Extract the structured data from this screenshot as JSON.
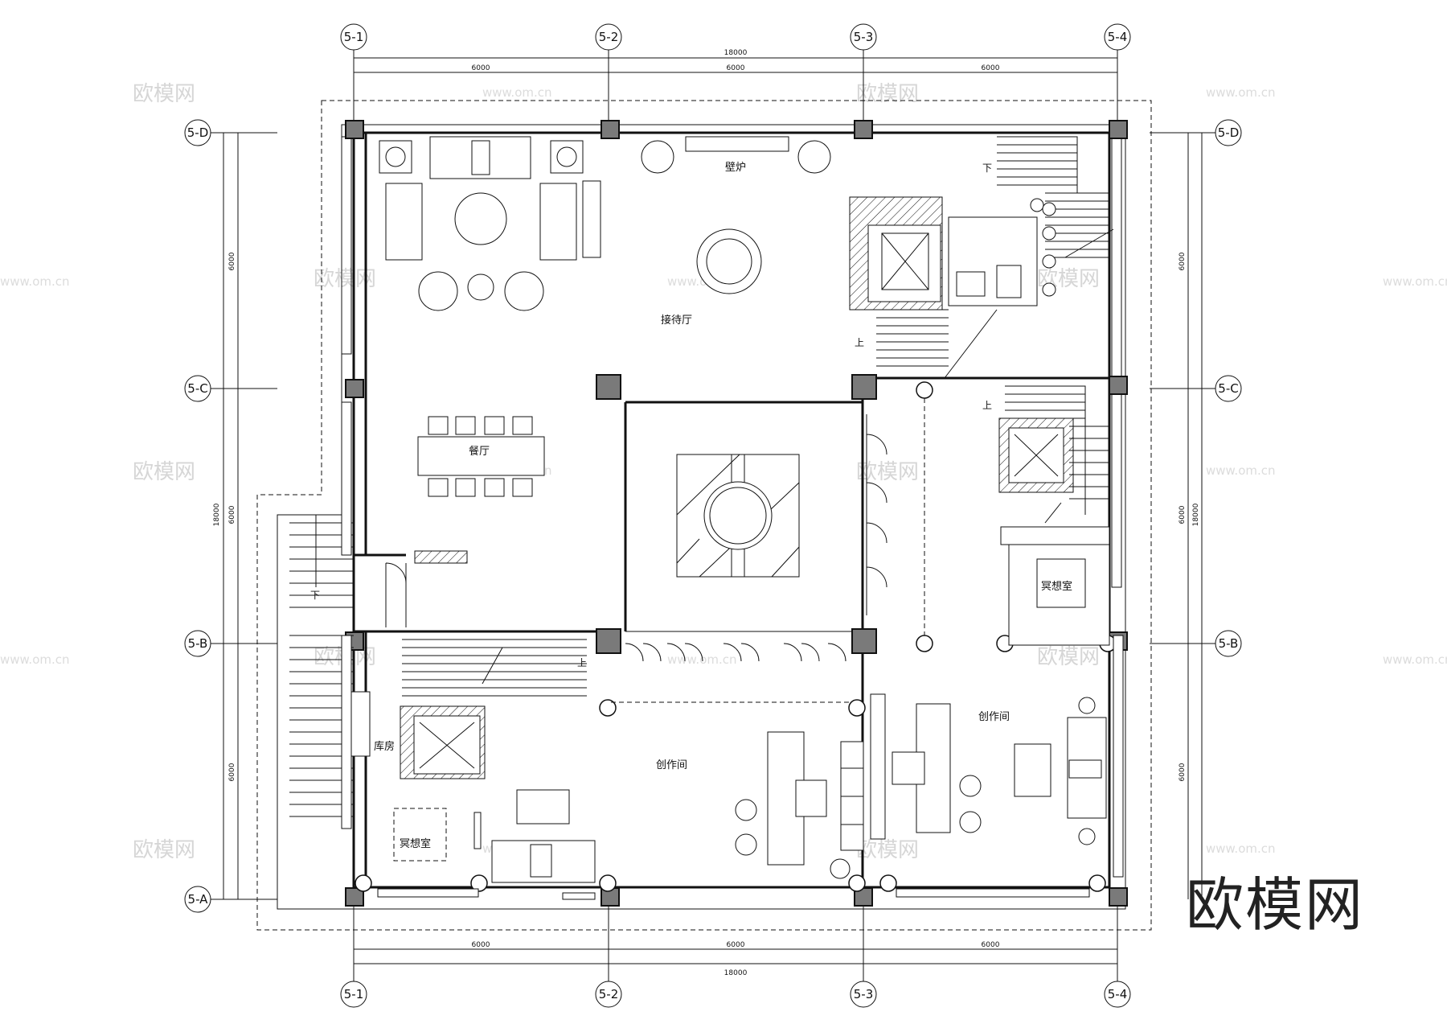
{
  "axes": {
    "top": [
      "5-1",
      "5-2",
      "5-3",
      "5-4"
    ],
    "bottom": [
      "5-1",
      "5-2",
      "5-3",
      "5-4"
    ],
    "left": [
      "5-D",
      "5-C",
      "5-B",
      "5-A"
    ],
    "right": [
      "5-D",
      "5-C",
      "5-B"
    ]
  },
  "dimensions": {
    "total": "18000",
    "span": "6000"
  },
  "rooms": {
    "fireplace": "壁炉",
    "reception": "接待厅",
    "dining": "餐厅",
    "meditation_right": "冥想室",
    "studio_right": "创作间",
    "storage": "库房",
    "studio_left": "创作间",
    "meditation_left": "冥想室"
  },
  "stairs": {
    "down_top_right": "下",
    "up_top_right": "上",
    "up_middle_right": "上",
    "down_left": "下",
    "up_bottom": "上"
  },
  "watermark": {
    "text": "欧模网",
    "url": "www.om.cn"
  },
  "brand": "欧模网"
}
